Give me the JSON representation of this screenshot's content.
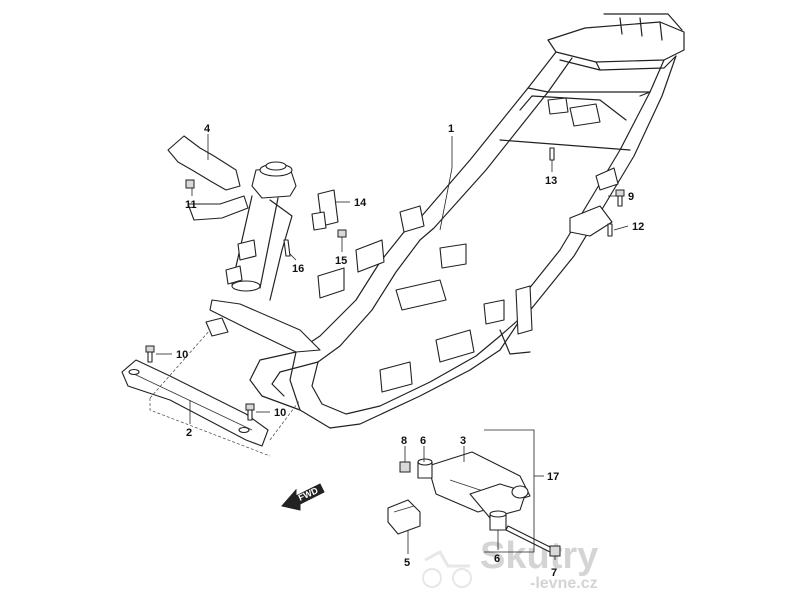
{
  "diagram": {
    "callouts": [
      "1",
      "2",
      "3",
      "4",
      "5",
      "6",
      "6",
      "7",
      "8",
      "9",
      "10",
      "10",
      "11",
      "12",
      "13",
      "14",
      "15",
      "16",
      "17"
    ],
    "direction_label": "FWD",
    "watermark": {
      "brand": "Skutry",
      "domain": "-levne.cz"
    },
    "colors": {
      "line": "#222222",
      "background": "#ffffff",
      "watermark": "#d4d4d4"
    }
  }
}
